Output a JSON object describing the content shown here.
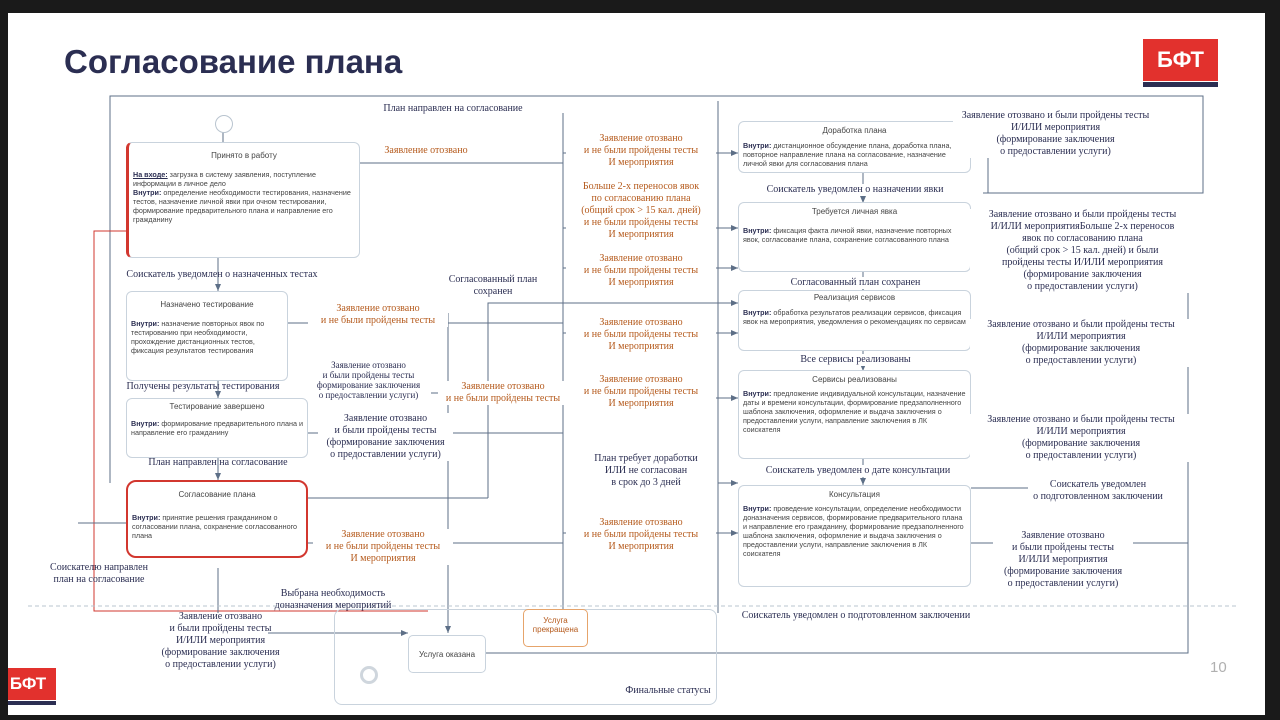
{
  "header": {
    "title": "Согласование плана",
    "logo_text": "БФТ",
    "page_number": "10"
  },
  "colors": {
    "accent_red": "#e2312d",
    "navy": "#2b2e52",
    "label_orange": "#b55a1c",
    "connector": "#5d6f87"
  },
  "states": {
    "accepted": {
      "title": "Принято в работу",
      "in_label": "На входе:",
      "in_text": " загрузка в систему заявления, поступление информации в личное дело",
      "inside_label": "Внутри:",
      "inside_text": " определение необходимости тестирования, назначение тестов, назначение личной явки при очном тестировании, формирование предварительного плана и направление его гражданину"
    },
    "testing_assigned": {
      "title": "Назначено тестирование",
      "inside_label": "Внутри:",
      "inside_text": " назначение повторных явок по тестированию при необходимости, прохождение дистанционных тестов, фиксация результатов тестирования"
    },
    "testing_done": {
      "title": "Тестирование завершено",
      "inside_label": "Внутри:",
      "inside_text": " формирование предварительного плана и направление его гражданину"
    },
    "plan_approval": {
      "title": "Согласование плана",
      "inside_label": "Внутри:",
      "inside_text": " принятие решения гражданином о согласовании плана, сохранение согласованного плана"
    },
    "plan_revision": {
      "title": "Доработка плана",
      "inside_label": "Внутри:",
      "inside_text": " дистанционное обсуждение плана, доработка плана, повторное направление плана на согласование, назначение личной явки для согласования плана"
    },
    "personal_visit": {
      "title": "Требуется личная явка",
      "inside_label": "Внутри:",
      "inside_text": " фиксация факта личной явки, назначение повторных явок, согласование плана, сохранение согласованного плана"
    },
    "services_impl": {
      "title": "Реализация сервисов",
      "inside_label": "Внутри:",
      "inside_text": " обработка результатов реализации сервисов, фиксация явок на мероприятия, уведомления о рекомендациях по сервисам"
    },
    "services_done": {
      "title": "Сервисы реализованы",
      "inside_label": "Внутри:",
      "inside_text": " предложение индивидуальной консультации, назначение даты и времени консультации, формирование предзаполненного шаблона заключения, оформление и выдача заключения о предоставлении услуги, направление заключения в ЛК соискателя"
    },
    "consultation": {
      "title": "Консультация",
      "inside_label": "Внутри:",
      "inside_text": " проведение консультации, определение необходимости доназначения сервисов, формирование предварительного плана и направление его гражданину, формирование предзаполненного шаблона заключения, оформление и выдача заключения о предоставлении услуги, направление заключения в ЛК соискателя"
    },
    "service_terminated": {
      "title": "Услуга прекращена"
    },
    "service_provided": {
      "title": "Услуга оказана"
    },
    "final_statuses": "Финальные статусы"
  },
  "labels": {
    "plan_sent_top": "План направлен на согласование",
    "withdrawn": "Заявление отозвано",
    "notified_tests": "Соискатель уведомлен о назначенных тестах",
    "approved_plan_saved": "Согласованный план\nсохранен",
    "got_results": "Получены результаты тестирования",
    "plan_sent": "План направлен на согласование",
    "applicant_sent_plan": "Соискателю направлен\nплан на согласование",
    "chosen_extra": "Выбрана необходимость\nдоназначения мероприятий",
    "wd_not_passed_1": "Заявление отозвано\nи не были пройдены тесты",
    "wd_passed_1": "Заявление отозвано\nи были пройдены тесты\nформирование заключения\nо предоставлении услуги)",
    "wd_not_passed_2": "Заявление отозвано\nи не были пройдены тесты",
    "wd_passed_2": "Заявление отозвано\nи были пройдены тесты\n(формирование заключения\nо предоставлении услуги)",
    "wd_not_passed_3": "Заявление отозвано\nи не были пройдены тесты\nИ мероприятия",
    "bottom_left": "Заявление отозвано\nи были пройдены тесты\nИ/ИЛИ мероприятия\n(формирование заключения\nо предоставлении услуги)",
    "mid_1": "Заявление отозвано\nи не были пройдены тесты\nИ мероприятия",
    "mid_2": "Больше 2-х переносов явок\nпо согласованию плана\n(общий срок > 15 кал. дней)\nи не были пройдены тесты\nИ мероприятия",
    "mid_3": "Заявление отозвано\nи не были пройдены тесты\nИ мероприятия",
    "mid_4": "Заявление отозвано\nи не были пройдены тесты\nИ мероприятия",
    "mid_5": "Заявление отозвано\nи не были пройдены тесты\nИ мероприятия",
    "mid_6": "План требует доработки\nИЛИ не согласован\nв срок до 3 дней",
    "mid_7": "Заявление отозвано\nи не были пройдены тесты\nИ мероприятия",
    "notified_visit": "Соискатель уведомлен о назначении явки",
    "approved_saved": "Согласованный план сохранен",
    "all_services_done": "Все сервисы реализованы",
    "notified_consult_date": "Соискатель уведомлен о дате консультации",
    "notified_conclusion": "Соискатель уведомлен о подготовленном заключении",
    "r_1": "Заявление отозвано и были пройдены тесты\nИ/ИЛИ мероприятия\n(формирование заключения\nо предоставлении услуги)",
    "r_2": "Заявление отозвано и были пройдены тесты\nИ/ИЛИ мероприятияБольше 2-х переносов\nявок по согласованию плана\n(общий срок > 15 кал. дней) и были\nпройдены тесты И/ИЛИ мероприятия\n(формирование заключения\nо предоставлении услуги)",
    "r_3": "Заявление отозвано и были пройдены тесты\nИ/ИЛИ мероприятия\n(формирование заключения\nо предоставлении услуги)",
    "r_4": "Заявление отозвано и были пройдены тесты\nИ/ИЛИ мероприятия\n(формирование заключения\nо предоставлении услуги)",
    "r_5": "Соискатель уведомлен\nо подготовленном заключении",
    "r_6": "Заявление отозвано\nи были пройдены тесты\nИ/ИЛИ мероприятия\n(формирование заключения\nо предоставлении услуги)"
  }
}
